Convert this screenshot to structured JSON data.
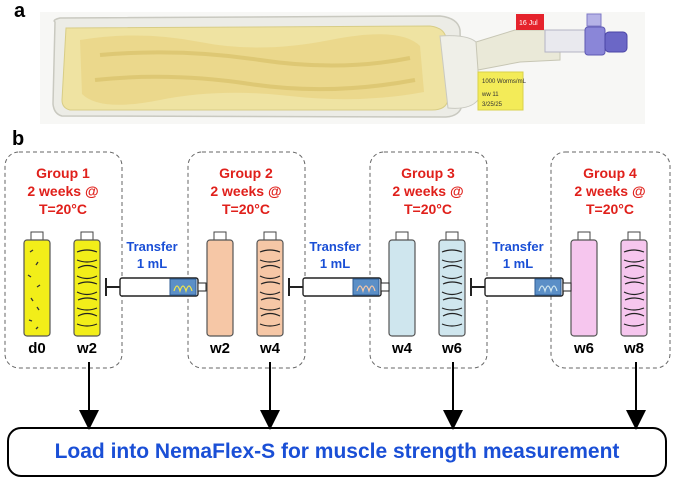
{
  "panels": {
    "a": "a",
    "b": "b"
  },
  "bag_labels": {
    "red_tag": "16 Jul",
    "yellow_tag": "1000 Worms/mL  ww  11  3/25/25"
  },
  "groups": [
    {
      "title": "Group 1",
      "duration": "2 weeks @",
      "temp": "T=20°C",
      "tubes": [
        "d0",
        "w2"
      ],
      "colors": [
        "#f2ee19",
        "#f2ee19"
      ]
    },
    {
      "title": "Group 2",
      "duration": "2 weeks @",
      "temp": "T=20°C",
      "tubes": [
        "w2",
        "w4"
      ],
      "colors": [
        "#f6c7a6",
        "#f6c7a6"
      ]
    },
    {
      "title": "Group 3",
      "duration": "2 weeks @",
      "temp": "T=20°C",
      "tubes": [
        "w4",
        "w6"
      ],
      "colors": [
        "#cfe6ee",
        "#cfe6ee"
      ]
    },
    {
      "title": "Group 4",
      "duration": "2 weeks @",
      "temp": "T=20°C",
      "tubes": [
        "w6",
        "w8"
      ],
      "colors": [
        "#f6c6ee",
        "#f6c6ee"
      ]
    }
  ],
  "transfers": [
    {
      "line1": "Transfer",
      "line2": "1 mL"
    },
    {
      "line1": "Transfer",
      "line2": "1 mL"
    },
    {
      "line1": "Transfer",
      "line2": "1 mL"
    }
  ],
  "bottom": {
    "text": "Load into NemaFlex-S for muscle strength measurement"
  },
  "colors": {
    "group_title": "#e0201b",
    "transfer_text": "#1a4fd6",
    "bottom_text": "#1a4fd6",
    "syringe_fill": "#5b8fc7"
  }
}
